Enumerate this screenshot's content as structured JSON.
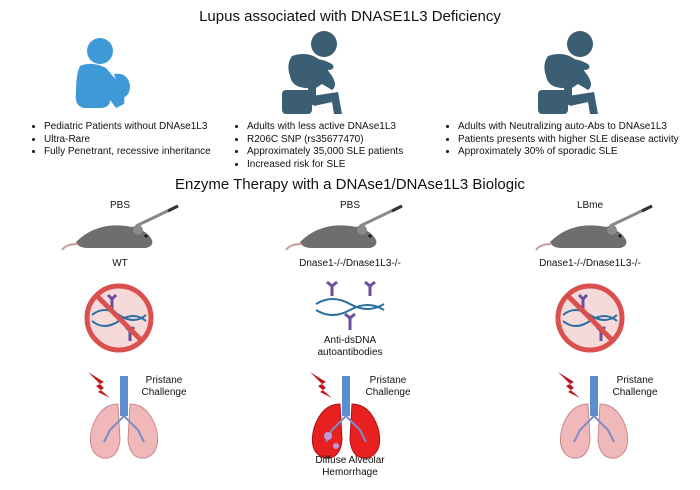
{
  "title": "Lupus associated with DNASE1L3 Deficiency",
  "subtitle": "Enzyme Therapy with a DNAse1/DNAse1L3 Biologic",
  "groups": [
    {
      "bullets": [
        "Pediatric Patients without DNAse1L3",
        "Ultra-Rare",
        "Fully Penetrant, recessive inheritance"
      ],
      "icon_color": "#3d9ad6"
    },
    {
      "bullets": [
        "Adults with less active DNAse1L3",
        "R206C SNP (rs35677470)",
        "Approximately 35,000 SLE  patients",
        "Increased risk for SLE"
      ],
      "icon_color": "#3b5e73"
    },
    {
      "bullets": [
        "Adults with Neutralizing auto-Abs to DNAse1L3",
        "Patients presents with higher SLE disease activity",
        "Approximately 30% of sporadic SLE"
      ],
      "icon_color": "#3b5e73"
    }
  ],
  "columns": [
    {
      "treatment": "PBS",
      "genotype": "WT",
      "antibody_status": "blocked",
      "pristane": "Pristane Challenge",
      "lung_outcome": "",
      "lung_color": "#f0b8b8"
    },
    {
      "treatment": "PBS",
      "genotype": "Dnase1-/-/Dnase1L3-/-",
      "antibody_status": "present",
      "antibody_label": "Anti-dsDNA autoantibodies",
      "pristane": "Pristane Challenge",
      "lung_outcome": "Diffuse Alveolar Hemorrhage",
      "lung_color": "#e82020"
    },
    {
      "treatment": "LBme",
      "genotype": "Dnase1-/-/Dnase1L3-/-",
      "antibody_status": "blocked",
      "pristane": "Pristane Challenge",
      "lung_outcome": "",
      "lung_color": "#f0b8b8"
    }
  ],
  "colors": {
    "ban": "#d9504f",
    "ban_fill": "#f6dada",
    "dna_purple": "#6b4e9b",
    "mouse": "#6e6e6e",
    "lightning": "#c0151b"
  }
}
